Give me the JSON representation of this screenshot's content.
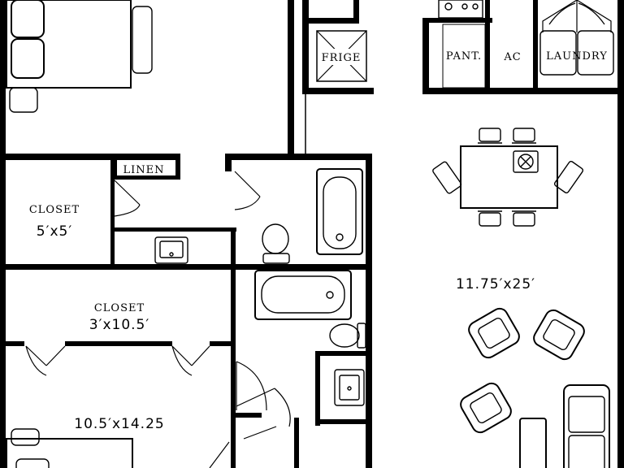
{
  "labels": {
    "fridge": "FRIGE",
    "pantry": "PANT.",
    "ac": "AC",
    "laundry": "LAUNDRY",
    "linen": "LINEN",
    "closet_small_name": "CLOSET",
    "closet_small_dims": "5′x5′",
    "closet_long_name": "CLOSET",
    "closet_long_dims": "3′x10.5′",
    "bedroom_dims": "10.5′x14.25",
    "living_dims": "11.75′x25′"
  }
}
